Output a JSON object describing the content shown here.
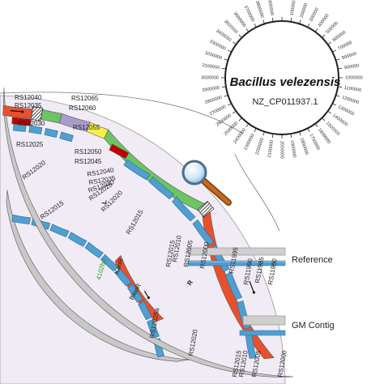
{
  "circle": {
    "organism": "Bacillus velezensis",
    "accession": "NZ_CP011937.1",
    "ticks": [
      "100000",
      "200000",
      "300000",
      "400000",
      "500000",
      "600000",
      "700000",
      "800000",
      "900000",
      "1000000",
      "1100000",
      "1200000",
      "1300000",
      "1400000",
      "1500000",
      "1600000",
      "1700000",
      "1800000",
      "1900000",
      "2000000",
      "2100000",
      "2200000",
      "2300000",
      "2400000",
      "2500000",
      "2600000",
      "2700000",
      "2800000",
      "2900000",
      "3000000",
      "3100000",
      "3200000",
      "3300000",
      "3400000",
      "3500000",
      "3600000",
      "3700000",
      "3800000",
      "3900000"
    ]
  },
  "tracks": {
    "reference_label": "Reference",
    "gm_contig_label": "GM Contig"
  },
  "inner_genes": [
    "RS12015",
    "RS12020",
    "RS12025",
    "RS12030",
    "RS12035",
    "RS12040",
    "RS12045",
    "RS12050",
    "RS12055",
    "RS12060",
    "RS12065"
  ],
  "outer_genes": [
    "RS12040",
    "RS12035",
    "RS12030",
    "RS12025",
    "RS12020",
    "RS12015"
  ],
  "reference_right_genes": [
    "RS12015",
    "RS12010",
    "RS12005",
    "RS12000",
    "RS11995",
    "RS11990",
    "RS11985",
    "RS11980"
  ],
  "gm_genes": [
    "RS12025a",
    "RS12020",
    "RS12015",
    "RS12010",
    "RS12005",
    "RS12000"
  ],
  "cassette": {
    "size": "4102bp",
    "kan": "KanR",
    "bleo": "BleoR",
    "left": "L",
    "right": "R"
  },
  "colors": {
    "panel": "#f1ebf6",
    "gray_track": "#c8c8c8",
    "gene_blue": "#4f9fd1",
    "red_arrow": "#e8502c",
    "green": "#6cc463",
    "kan_purple": "#a99ccc",
    "bleo_yellow": "#f4f04a",
    "dark_red": "#c00000",
    "label_green": "#2b9a2b"
  },
  "icons": [
    "magnifier-icon"
  ]
}
